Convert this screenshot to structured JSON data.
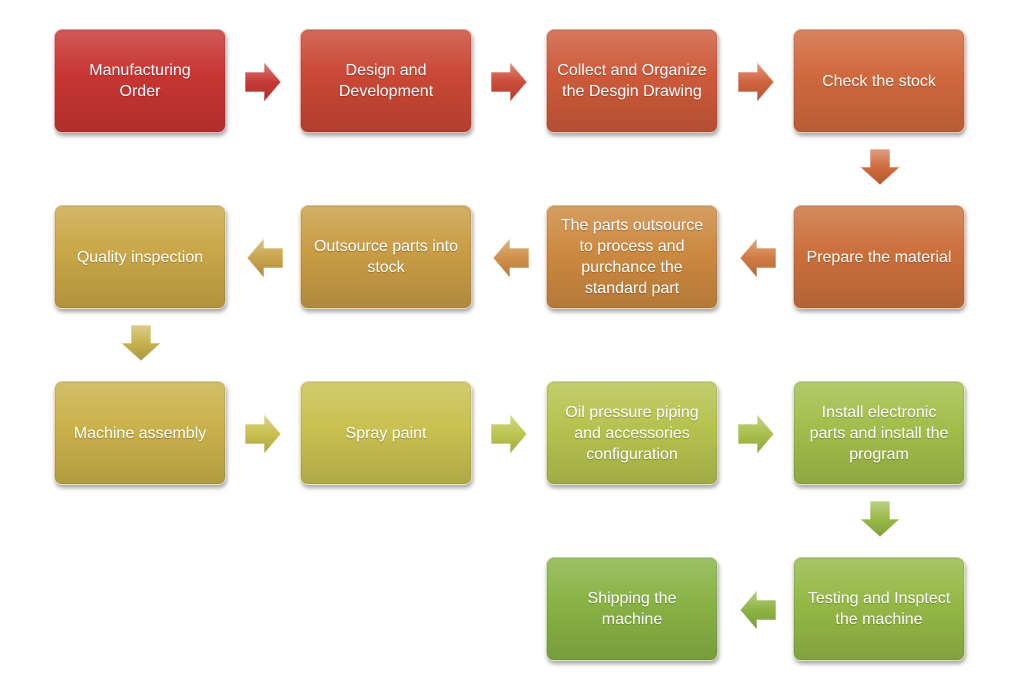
{
  "steps": [
    {
      "label": "Manufacturing\nOrder",
      "color": "#c73532"
    },
    {
      "label": "Design and\nDevelopment",
      "color": "#ca4735"
    },
    {
      "label": "Collect and Organize\nthe Desgin Drawing",
      "color": "#cd5a3a"
    },
    {
      "label": "Check the stock",
      "color": "#d0683d"
    },
    {
      "label": "Prepare the material",
      "color": "#cb703c"
    },
    {
      "label": "The parts outsource\nto process  and\npurchance the\nstandard part",
      "color": "#cc8940"
    },
    {
      "label": "Outsource parts into\nstock",
      "color": "#c99c45"
    },
    {
      "label": "Quality inspection",
      "color": "#c9a748"
    },
    {
      "label": "Machine assembly",
      "color": "#c9b14a"
    },
    {
      "label": "Spray paint",
      "color": "#c9c050"
    },
    {
      "label": "Oil pressure piping\nand accessories\nconfiguration",
      "color": "#b6c24e"
    },
    {
      "label": "Install electronic\nparts and install the\nprogram",
      "color": "#a3bd4b"
    },
    {
      "label": "Testing and Insptect\nthe machine",
      "color": "#94b846"
    },
    {
      "label": "Shipping the\nmachine",
      "color": "#88b244"
    }
  ],
  "arrows": [
    {
      "color": "#c73a36"
    },
    {
      "color": "#cc4b38"
    },
    {
      "color": "#d0643e"
    },
    {
      "color": "#d06a3e"
    },
    {
      "color": "#d07b42"
    },
    {
      "color": "#cf9049"
    },
    {
      "color": "#c9a44c"
    },
    {
      "color": "#c8b24d"
    },
    {
      "color": "#c8c050"
    },
    {
      "color": "#bcc650"
    },
    {
      "color": "#a8c04c"
    },
    {
      "color": "#98ba47"
    },
    {
      "color": "#8db445"
    }
  ]
}
